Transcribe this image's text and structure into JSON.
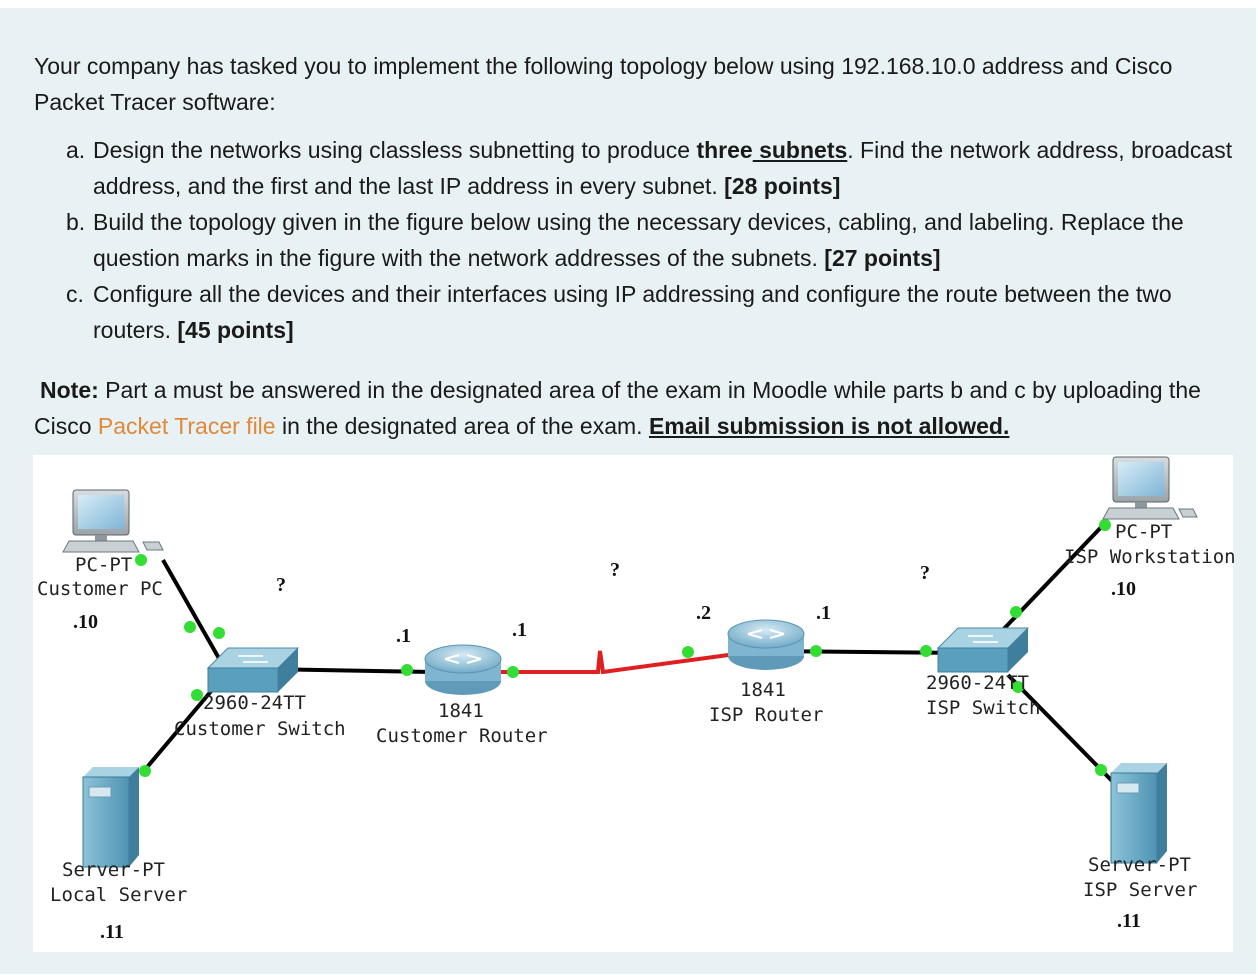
{
  "intro": "Your company has tasked you to implement the following topology below using 192.168.10.0 address and Cisco Packet Tracer software:",
  "questions": [
    {
      "letter": "a.",
      "t1": "Design the networks using classless subnetting to produce ",
      "bold1": "three",
      "bold2": " subnets",
      "t2": ". Find the network address, broadcast address, and the first and the last IP address in every subnet. ",
      "points": "[28 points]"
    },
    {
      "letter": "b.",
      "t1": "Build the topology given in the figure below using the necessary devices, cabling, and labeling. Replace the question marks in the figure with the network addresses of the subnets. ",
      "points": "[27 points]"
    },
    {
      "letter": "c.",
      "t1": "Configure all the devices and their interfaces using IP addressing and configure the route between the two routers. ",
      "points": "[45 points]"
    }
  ],
  "note": {
    "label": "Note:",
    "t1": " Part a must be answered in the designated area of the exam in Moodle while parts b and c by uploading the Cisco ",
    "link": "Packet Tracer file",
    "t2": " in the designated area of the exam. ",
    "emphasis": "Email submission is not allowed."
  },
  "topology": {
    "customer_pc": {
      "type": "PC-PT",
      "name": "Customer PC",
      "ip": ".10",
      "icon": "pc-icon"
    },
    "local_server": {
      "type": "Server-PT",
      "name": "Local Server",
      "ip": ".11",
      "icon": "server-icon"
    },
    "customer_switch": {
      "type": "2960-24TT",
      "name": "Customer Switch",
      "icon": "switch-icon"
    },
    "customer_router": {
      "type": "1841",
      "name": "Customer Router",
      "ip_lan": ".1",
      "ip_wan": ".1",
      "icon": "router-icon"
    },
    "isp_router": {
      "type": "1841",
      "name": "ISP Router",
      "ip_wan": ".2",
      "ip_lan": ".1",
      "icon": "router-icon"
    },
    "isp_switch": {
      "type": "2960-24TT",
      "name": "ISP Switch",
      "icon": "switch-icon"
    },
    "isp_workstation": {
      "type": "PC-PT",
      "name": "ISP Workstation",
      "ip": ".10",
      "icon": "pc-icon"
    },
    "isp_server": {
      "type": "Server-PT",
      "name": "ISP Server",
      "ip": ".11",
      "icon": "server-icon"
    },
    "subnet_marks": [
      "?",
      "?",
      "?"
    ],
    "colors": {
      "link": "#000000",
      "serial": "#e02020",
      "port": "#33dd33",
      "device": "#5b9fbf"
    }
  }
}
